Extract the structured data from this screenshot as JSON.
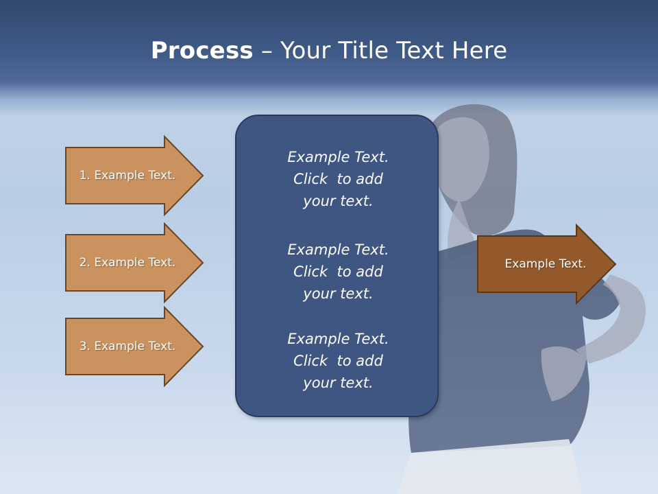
{
  "title": {
    "bold": "Process",
    "rest": " – Your Title Text Here"
  },
  "left_steps": [
    {
      "label": "1. Example Text."
    },
    {
      "label": "2. Example Text."
    },
    {
      "label": "3. Example Text."
    }
  ],
  "center_blocks": [
    {
      "line1": "Example Text.",
      "line2": "Click  to add",
      "line3": "your text."
    },
    {
      "line1": "Example Text.",
      "line2": "Click  to add",
      "line3": "your text."
    },
    {
      "line1": "Example Text.",
      "line2": "Click  to add",
      "line3": "your text."
    }
  ],
  "output": {
    "label": "Example Text."
  },
  "colors": {
    "left_arrow_fill": "#c9925f",
    "left_arrow_stroke": "#6b4421",
    "right_arrow_fill": "#93592b",
    "right_arrow_stroke": "#5c3617",
    "center_fill": "#3f5582",
    "title_band": "#3b5282"
  }
}
